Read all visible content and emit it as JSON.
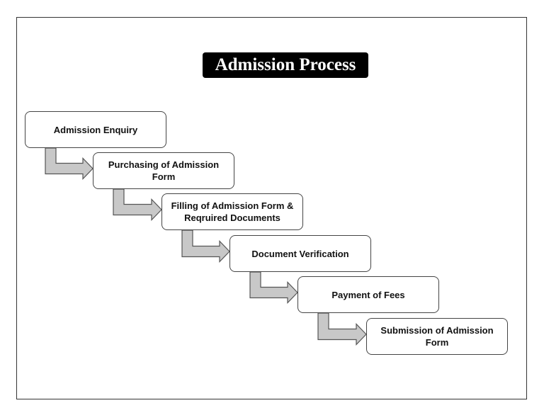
{
  "diagram": {
    "title": "Admission Process",
    "steps": [
      "Admission Enquiry",
      "Purchasing of Admission Form",
      "Filling of Admission Form & Reqruired Documents",
      "Document Verification",
      "Payment of Fees",
      "Submission of Admission Form"
    ],
    "arrow_fill": "#c8c8c8",
    "arrow_stroke": "#555555"
  }
}
